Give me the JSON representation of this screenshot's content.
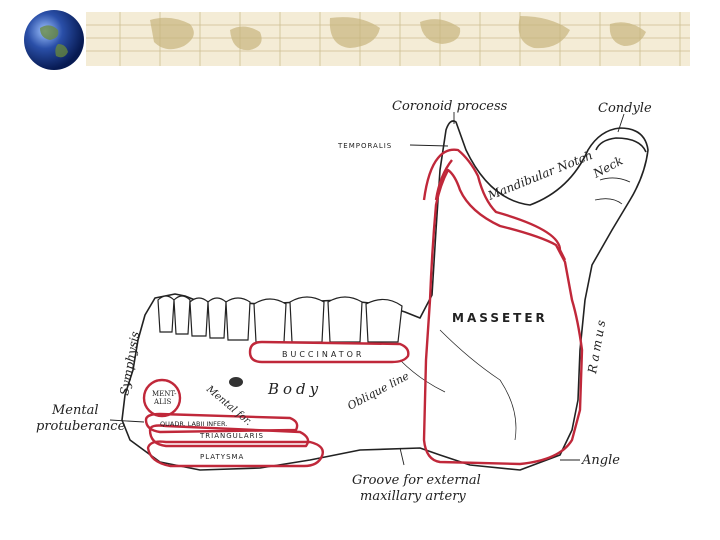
{
  "labels": {
    "coronoid_process": "Coronoid process",
    "condyle": "Condyle",
    "temporalis": "TEMPORALIS",
    "mandibular_notch": "Mandibular Notch",
    "neck": "Neck",
    "masseter": "MASSETER",
    "ramus": "Ramus",
    "symphysis": "Symphysis",
    "buccinator": "BUCCINATOR",
    "body": "Body",
    "oblique_line": "Oblique line",
    "mental_foramen": "Mental for.",
    "mentalis": "MENT-\nALIS",
    "mental_protuberance": "Mental protuberance",
    "quadratus": "QUADR. LABII INFER.",
    "triangularis": "TRIANGULARIS",
    "platysma": "PLATYSMA",
    "angle": "Angle",
    "groove": "Groove for external maxillary artery"
  },
  "colors": {
    "muscle_outline": "#c0283a",
    "bone_line": "#222222",
    "banner_bg": "#f4ecd6",
    "globe_ocean": "#2a4fa8"
  }
}
